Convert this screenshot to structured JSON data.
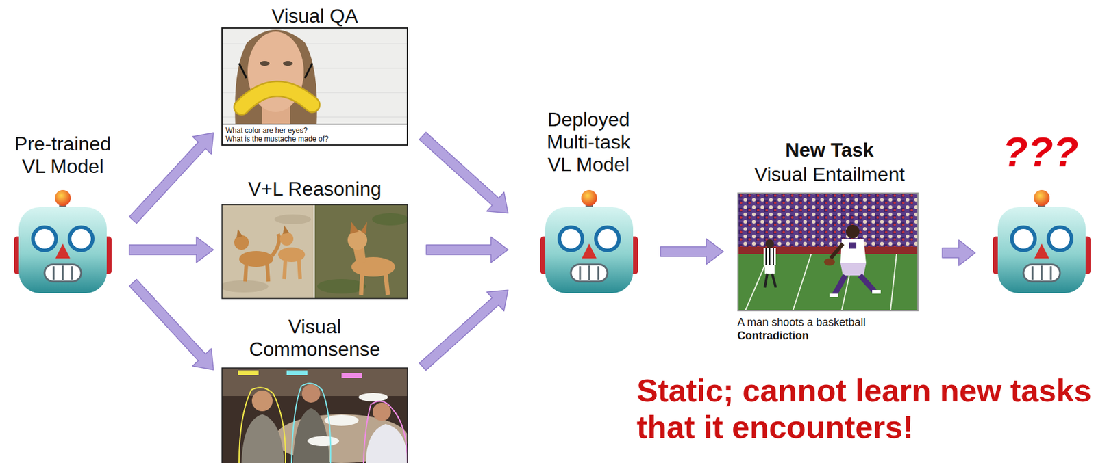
{
  "diagram": {
    "nodes": [
      {
        "text": [
          "Pre-trained VL Model"
        ]
      },
      {
        "text": [
          "Visual QA",
          "What color are her eyes?",
          "What is the mustache made of?"
        ]
      },
      {
        "text": [
          "V+L Reasoning"
        ]
      },
      {
        "text": [
          "Visual Commonsense"
        ]
      },
      {
        "text": [
          "Deployed Multi-task VL Model"
        ]
      },
      {
        "text": [
          "New Task",
          "Visual Entailment",
          "A man shoots a basketball",
          "Contradiction"
        ]
      },
      {
        "text": [
          "???"
        ]
      }
    ],
    "edges": [
      {
        "from": 0,
        "to": 1,
        "arrow": "to"
      },
      {
        "from": 0,
        "to": 2,
        "arrow": "to"
      },
      {
        "from": 0,
        "to": 3,
        "arrow": "to"
      },
      {
        "from": 1,
        "to": 4,
        "arrow": "to"
      },
      {
        "from": 2,
        "to": 4,
        "arrow": "to"
      },
      {
        "from": 3,
        "to": 4,
        "arrow": "to"
      },
      {
        "from": 4,
        "to": 5,
        "arrow": "to"
      },
      {
        "from": 5,
        "to": 6,
        "arrow": "to"
      }
    ],
    "labels": [
      "Static; cannot learn new tasks that it encounters!"
    ]
  }
}
